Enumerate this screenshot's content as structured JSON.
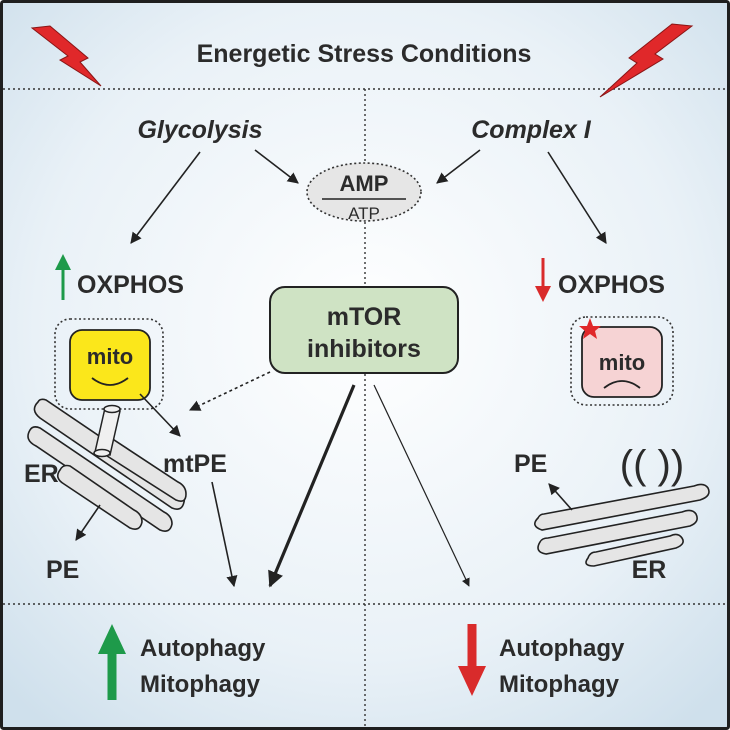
{
  "header": {
    "title": "Energetic Stress Conditions"
  },
  "left": {
    "pathway": "Glycolysis",
    "oxphos": "OXPHOS",
    "mito": "mito",
    "er": "ER",
    "pe": "PE",
    "mtpe": "mtPE",
    "outcome_line1": "Autophagy",
    "outcome_line2": "Mitophagy"
  },
  "right": {
    "pathway": "Complex I",
    "oxphos": "OXPHOS",
    "mito": "mito",
    "er": "ER",
    "pe": "PE",
    "signal": "(( ))",
    "outcome_line1": "Autophagy",
    "outcome_line2": "Mitophagy"
  },
  "center": {
    "amp": "AMP",
    "atp": "ATP",
    "inhibitor_line1": "mTOR",
    "inhibitor_line2": "inhibitors"
  },
  "colors": {
    "panel_bg": "#dbe8f2",
    "border": "#1f1f1f",
    "arrow": "#222222",
    "up_green": "#1e9a4a",
    "down_red": "#d92b2b",
    "mito_happy": "#fbe71b",
    "mito_sad": "#f6d3d4",
    "inhibitor_box": "#cfe3c4",
    "amp_ellipse": "#e6e6e6",
    "er_fill": "#e5e5e5",
    "lightning": "#e0282a"
  },
  "icons": {
    "stress": "lightning-bolt-icon",
    "increase": "up-arrow-icon",
    "decrease": "down-arrow-icon",
    "mito_up": "happy-mito-icon",
    "mito_down": "sad-mito-icon"
  }
}
